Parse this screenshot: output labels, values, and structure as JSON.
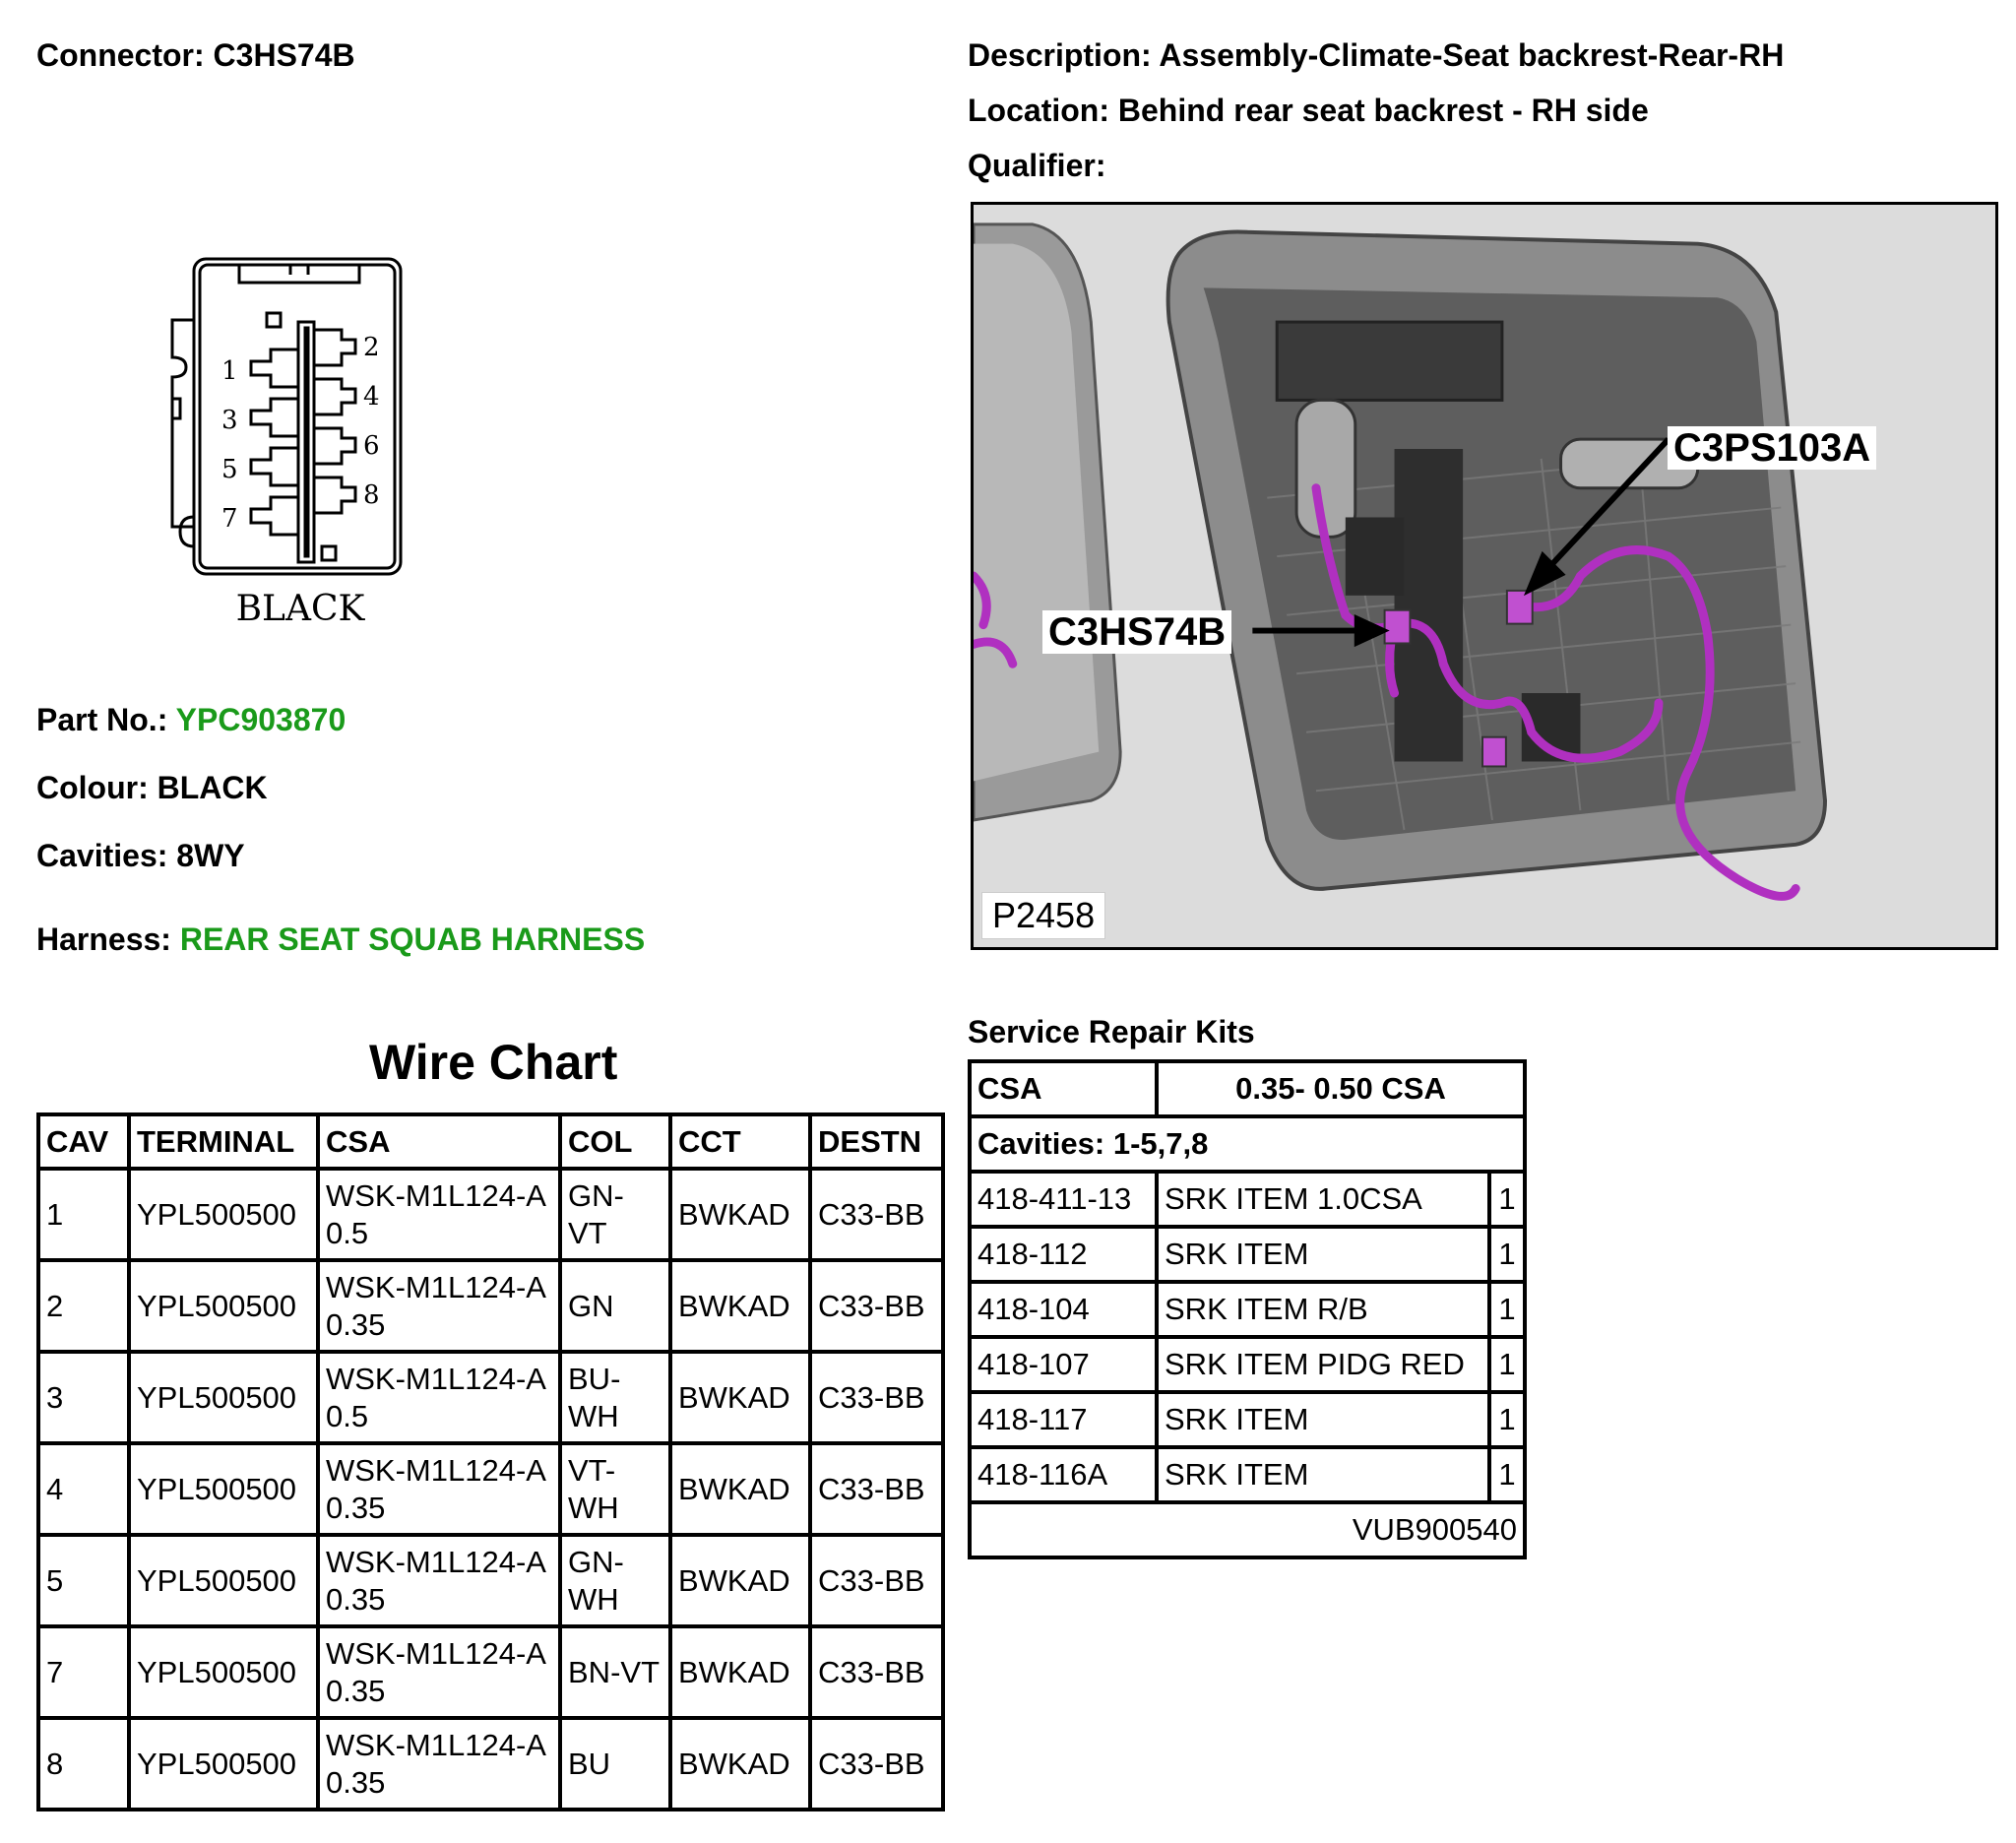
{
  "header": {
    "connector_label": "Connector:",
    "connector_value": "C3HS74B",
    "description_label": "Description:",
    "description_value": "Assembly-Climate-Seat backrest-Rear-RH",
    "location_label": "Location:",
    "location_value": "Behind rear seat backrest - RH side",
    "qualifier_label": "Qualifier:"
  },
  "connector_diagram": {
    "colour_text": "BLACK",
    "pins_left": [
      "1",
      "3",
      "5",
      "7"
    ],
    "pins_right": [
      "2",
      "4",
      "6",
      "8"
    ]
  },
  "info": {
    "part_label": "Part No.:",
    "part_value": "YPC903870",
    "colour_label": "Colour:",
    "colour_value": "BLACK",
    "cavities_label": "Cavities:",
    "cavities_value": "8WY",
    "harness_label": "Harness:",
    "harness_value": "REAR SEAT SQUAB HARNESS",
    "green_color": "#1a9a1a"
  },
  "photo": {
    "callout_1": "C3PS103A",
    "callout_2": "C3HS74B",
    "figure_code": "P2458",
    "harness_color": "#b030c0"
  },
  "wire_chart": {
    "title": "Wire Chart",
    "headers": [
      "CAV",
      "TERMINAL",
      "CSA",
      "COL",
      "CCT",
      "DESTN"
    ],
    "rows": [
      {
        "cav": "1",
        "terminal": "YPL500500",
        "csa": "WSK-M1L124-A 0.5",
        "col": "GN-VT",
        "cct": "BWKAD",
        "destn": "C33-BB"
      },
      {
        "cav": "2",
        "terminal": "YPL500500",
        "csa": "WSK-M1L124-A 0.35",
        "col": "GN",
        "cct": "BWKAD",
        "destn": "C33-BB"
      },
      {
        "cav": "3",
        "terminal": "YPL500500",
        "csa": "WSK-M1L124-A 0.5",
        "col": "BU-WH",
        "cct": "BWKAD",
        "destn": "C33-BB"
      },
      {
        "cav": "4",
        "terminal": "YPL500500",
        "csa": "WSK-M1L124-A 0.35",
        "col": "VT-WH",
        "cct": "BWKAD",
        "destn": "C33-BB"
      },
      {
        "cav": "5",
        "terminal": "YPL500500",
        "csa": "WSK-M1L124-A 0.35",
        "col": "GN-WH",
        "cct": "BWKAD",
        "destn": "C33-BB"
      },
      {
        "cav": "7",
        "terminal": "YPL500500",
        "csa": "WSK-M1L124-A 0.35",
        "col": "BN-VT",
        "cct": "BWKAD",
        "destn": "C33-BB"
      },
      {
        "cav": "8",
        "terminal": "YPL500500",
        "csa": "WSK-M1L124-A 0.35",
        "col": "BU",
        "cct": "BWKAD",
        "destn": "C33-BB"
      }
    ]
  },
  "service_kits": {
    "title": "Service Repair Kits",
    "csa_header": "CSA",
    "csa_value": "0.35- 0.50 CSA",
    "cavities": "Cavities: 1-5,7,8",
    "items": [
      {
        "code": "418-411-13",
        "desc": "SRK ITEM 1.0CSA",
        "qty": "1"
      },
      {
        "code": "418-112",
        "desc": "SRK ITEM",
        "qty": "1"
      },
      {
        "code": "418-104",
        "desc": "SRK ITEM R/B",
        "qty": "1"
      },
      {
        "code": "418-107",
        "desc": "SRK ITEM PIDG RED",
        "qty": "1"
      },
      {
        "code": "418-117",
        "desc": "SRK ITEM",
        "qty": "1"
      },
      {
        "code": "418-116A",
        "desc": "SRK ITEM",
        "qty": "1"
      }
    ],
    "kit_number": "VUB900540"
  }
}
